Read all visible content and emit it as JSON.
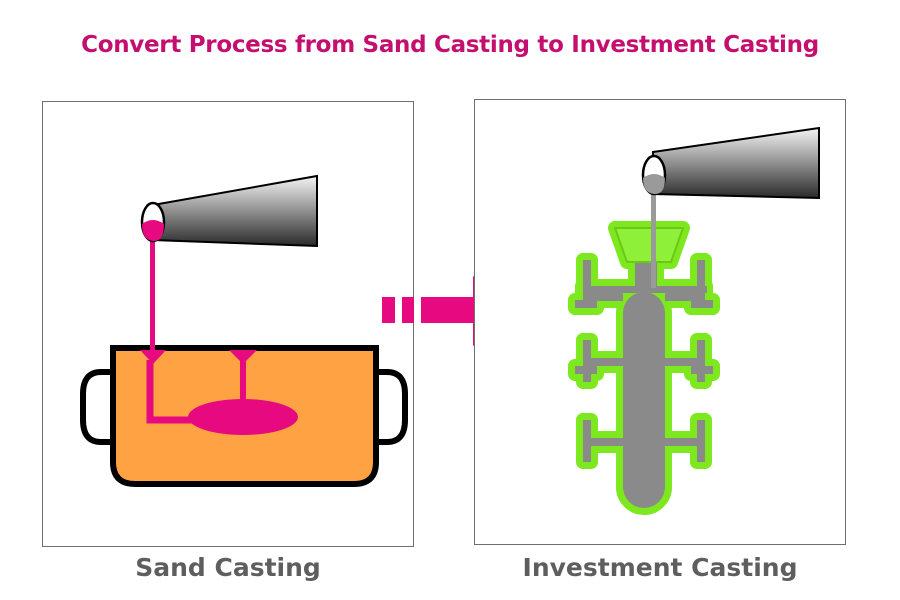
{
  "title": "Convert Process from Sand Casting to Investment Casting",
  "captions": {
    "left": "Sand Casting",
    "right": "Investment Casting"
  },
  "colors": {
    "title": "#c40f6e",
    "caption": "#5e5e5e",
    "molten_metal_magenta": "#e6097f",
    "sand_mold": "#ffa243",
    "wax_tree_outline": "#7ee81f",
    "wax_tree_fill": "#8a8a8a",
    "arrow": "#e6097f"
  },
  "icons": [
    "ladle-icon",
    "sand-mold-flask-icon",
    "investment-tree-icon",
    "right-arrow-icon"
  ]
}
